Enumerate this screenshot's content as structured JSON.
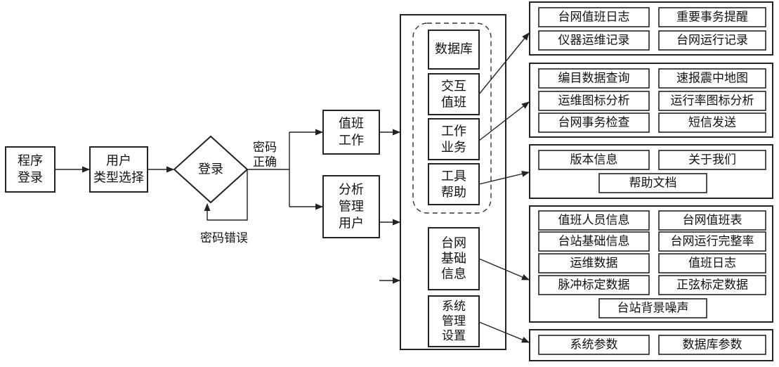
{
  "flow": {
    "start": [
      "程序",
      "登录"
    ],
    "user_type": [
      "用户",
      "类型选择"
    ],
    "login": "登录",
    "pwd_ok": [
      "密码",
      "正确"
    ],
    "pwd_err": "密码错误",
    "duty": [
      "值班",
      "工作"
    ],
    "analysis": [
      "分析",
      "管理",
      "用户"
    ]
  },
  "system": {
    "database": "数据库",
    "interactive": [
      "交互",
      "值班"
    ],
    "work": [
      "工作",
      "业务"
    ],
    "tools": [
      "工具",
      "帮助"
    ],
    "network_info": [
      "台网",
      "基础",
      "信息"
    ],
    "sys_settings": [
      "系统",
      "管理",
      "设置"
    ]
  },
  "groups": {
    "g1": [
      "台网值班日志",
      "重要事务提醒",
      "仪器运维记录",
      "台网运行记录"
    ],
    "g2": [
      "编目数据查询",
      "速报震中地图",
      "运维图标分析",
      "运行率图标分析",
      "台网事务检查",
      "短信发送"
    ],
    "g3": [
      "版本信息",
      "关于我们",
      "帮助文档"
    ],
    "g4": [
      "值班人员信息",
      "台网值班表",
      "台站基础信息",
      "台网运行完整率",
      "运维数据",
      "值班日志",
      "脉冲标定数据",
      "正弦标定数据",
      "台站背景噪声"
    ],
    "g5": [
      "系统参数",
      "数据库参数"
    ]
  },
  "colors": {
    "stroke": "#222222",
    "text": "#111111",
    "background": "#ffffff"
  }
}
